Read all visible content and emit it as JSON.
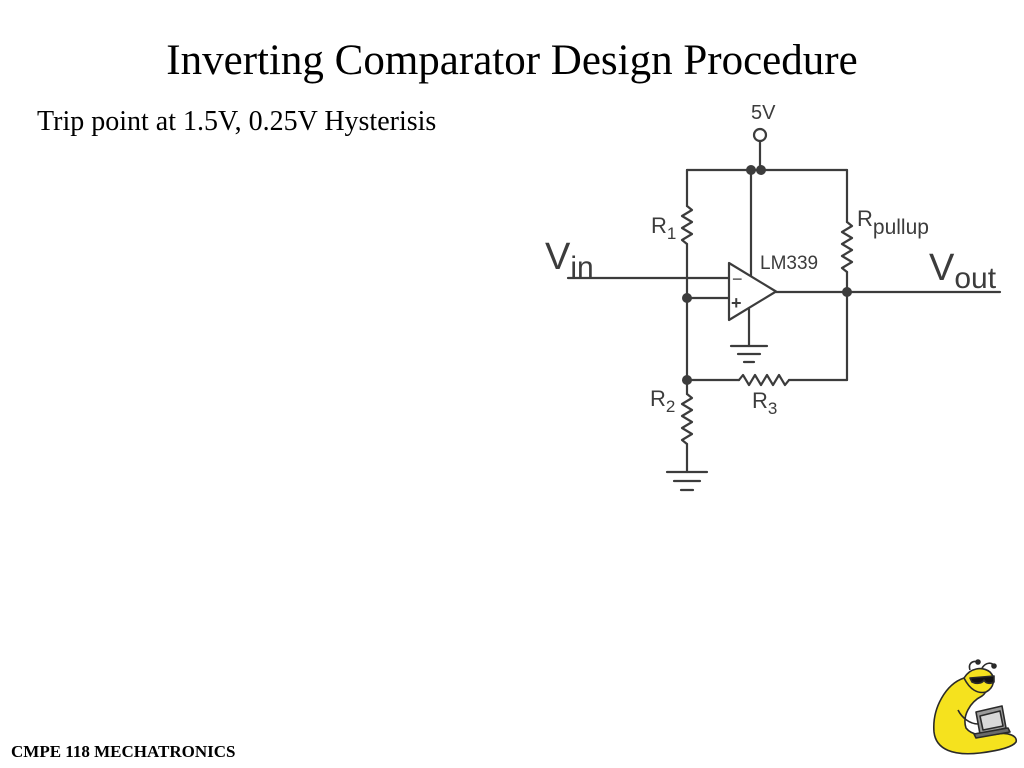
{
  "title": "Inverting Comparator Design Procedure",
  "subtitle": "Trip point at 1.5V, 0.25V Hysterisis",
  "footer": "CMPE 118 MECHATRONICS",
  "circuit": {
    "supply_label": "5V",
    "r1_label": "R",
    "r1_sub": "1",
    "r2_label": "R",
    "r2_sub": "2",
    "r3_label": "R",
    "r3_sub": "3",
    "rpullup_label": "R",
    "rpullup_sub": "pullup",
    "opamp_label": "LM339",
    "opamp_minus": "−",
    "opamp_plus": "+",
    "vin_label": "V",
    "vin_sub": "in",
    "vout_label": "V",
    "vout_sub": "out"
  }
}
